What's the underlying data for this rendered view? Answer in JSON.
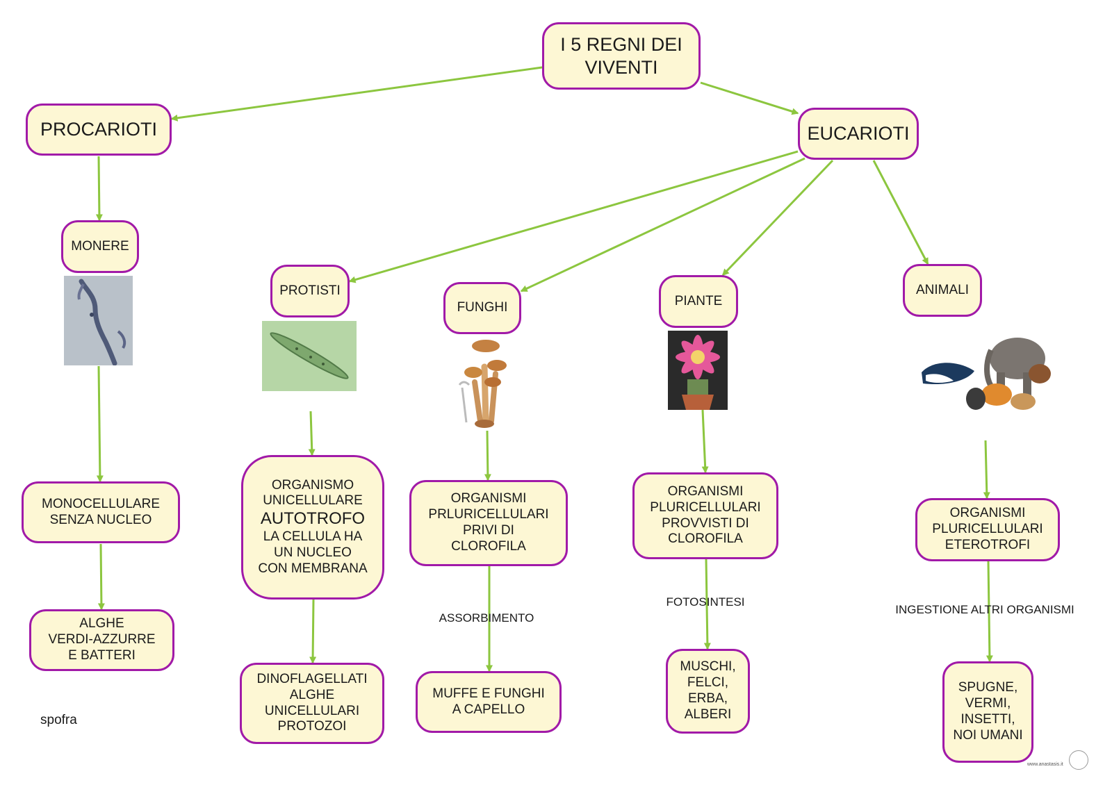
{
  "diagram": {
    "title": "I 5 REGNI DEI\nVIVENTI",
    "procarioti": "PROCARIOTI",
    "eucarioti": "EUCARIOTI",
    "monere": "MONERE",
    "protisti": "PROTISTI",
    "funghi": "FUNGHI",
    "piante": "PIANTE",
    "animali": "ANIMALI",
    "monere_desc": "MONOCELLULARE\nSENZA NUCLEO",
    "monere_examples": "ALGHE\nVERDI-AZZURRE\nE BATTERI",
    "protisti_desc_line1": "ORGANISMO\nUNICELLULARE",
    "protisti_desc_line2": "AUTOTROFO",
    "protisti_desc_line3": "LA CELLULA HA\nUN NUCLEO\nCON MEMBRANA",
    "protisti_examples": "DINOFLAGELLATI\nALGHE\nUNICELLULARI\nPROTOZOI",
    "funghi_desc": "ORGANISMI\nPRLURICELLULARI\nPRIVI DI\nCLOROFILA",
    "funghi_examples": "MUFFE E FUNGHI\nA CAPELLO",
    "piante_desc": "ORGANISMI\nPLURICELLULARI\nPROVVISTI DI\nCLOROFILA",
    "piante_examples": "MUSCHI,\nFELCI,\nERBA,\nALBERI",
    "animali_desc": "ORGANISMI\nPLURICELLULARI\nETEROTROFI",
    "animali_examples": "SPUGNE,\nVERMI,\nINSETTI,\nNOI UMANI"
  },
  "edge_labels": {
    "assorbimento": "ASSORBIMENTO",
    "fotosintesi": "FOTOSINTESI",
    "ingestione": "INGESTIONE ALTRI ORGANISMI"
  },
  "footer": {
    "signature": "spofra",
    "watermark": "www.anastasis.it"
  },
  "images": {
    "monere": "bacteria-photo",
    "protisti": "euglena-photo",
    "funghi": "mushroom-illustration",
    "piante": "flowering-cactus-photo",
    "animali": "animals-collage"
  },
  "colors": {
    "node_fill": "#fdf7d4",
    "node_border": "#a11aa8",
    "arrow": "#8cc63f"
  }
}
